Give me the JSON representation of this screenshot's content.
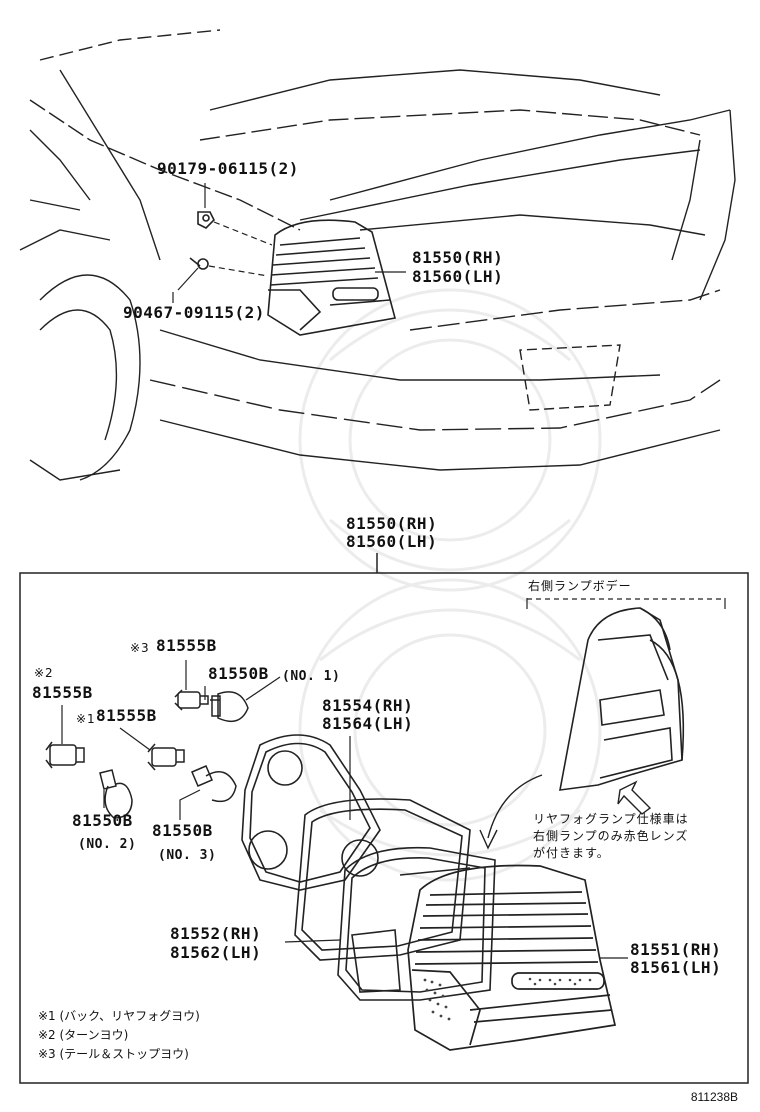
{
  "top_view": {
    "clip_label": "90179-06115(2)",
    "screw_label": "90467-09115(2)",
    "lamp_rh": "81550(RH)",
    "lamp_lh": "81560(LH)"
  },
  "assembly": {
    "title_rh": "81550(RH)",
    "title_lh": "81560(LH)",
    "body_note_title": "右側ランプボデー",
    "fog_note": [
      "リヤフォグランプ仕様車は",
      "右側ランプのみ赤色レンズ",
      "が付きます。"
    ],
    "socket_3_mark": "※3",
    "socket_3_part": "81555B",
    "bulb_no1_part": "81550B",
    "bulb_no1_tag": "(NO. 1)",
    "socket_2_mark": "※2",
    "socket_2_part": "81555B",
    "socket_1_mark": "※1",
    "socket_1_part": "81555B",
    "bulb_no2_part": "81550B",
    "bulb_no2_tag": "(NO. 2)",
    "bulb_no3_part": "81550B",
    "bulb_no3_tag": "(NO. 3)",
    "gasket_rh": "81554(RH)",
    "gasket_lh": "81564(LH)",
    "body_rh": "81552(RH)",
    "body_lh": "81562(LH)",
    "lens_rh": "81551(RH)",
    "lens_lh": "81561(LH)"
  },
  "legend": [
    "※1 (バック、リヤフォグヨウ)",
    "※2 (ターンヨウ)",
    "※3 (テール＆ストップヨウ)"
  ],
  "figure_code": "811238B"
}
